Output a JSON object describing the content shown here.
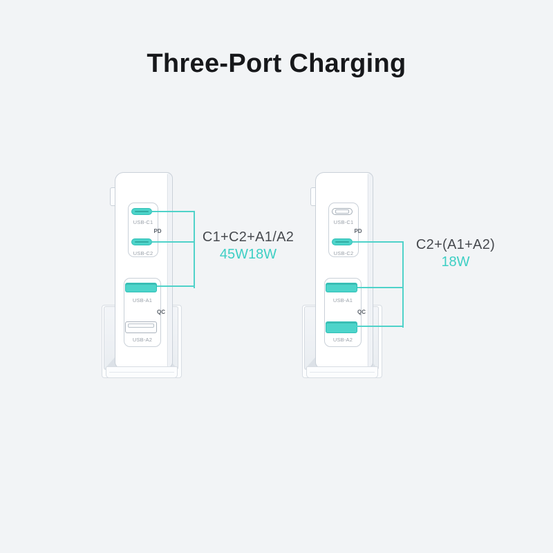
{
  "page": {
    "title": "Three-Port Charging"
  },
  "colors": {
    "background": "#f2f4f6",
    "title_text": "#17181b",
    "accent_teal": "#4dd4ca",
    "line_teal": "#4fd2c9",
    "teal_text": "#3dcfc4",
    "annotation_text": "#46494e",
    "label_gray": "#979ea7",
    "badge_gray": "#5a616a"
  },
  "chargers": {
    "left": {
      "badges": {
        "pd": "PD",
        "qc": "QC"
      },
      "ports": {
        "c1": {
          "label": "USB-C1",
          "state": "active"
        },
        "c2": {
          "label": "USB-C2",
          "state": "active"
        },
        "a1": {
          "label": "USB-A1",
          "state": "active"
        },
        "a2": {
          "label": "USB-A2",
          "state": "inactive"
        }
      },
      "annotation": {
        "combo": "C1+C2+A1/A2",
        "power": "45W18W"
      }
    },
    "right": {
      "badges": {
        "pd": "PD",
        "qc": "QC"
      },
      "ports": {
        "c1": {
          "label": "USB-C1",
          "state": "inactive"
        },
        "c2": {
          "label": "USB-C2",
          "state": "active"
        },
        "a1": {
          "label": "USB-A1",
          "state": "active"
        },
        "a2": {
          "label": "USB-A2",
          "state": "active"
        }
      },
      "annotation": {
        "combo": "C2+(A1+A2)",
        "power": "18W"
      }
    }
  }
}
